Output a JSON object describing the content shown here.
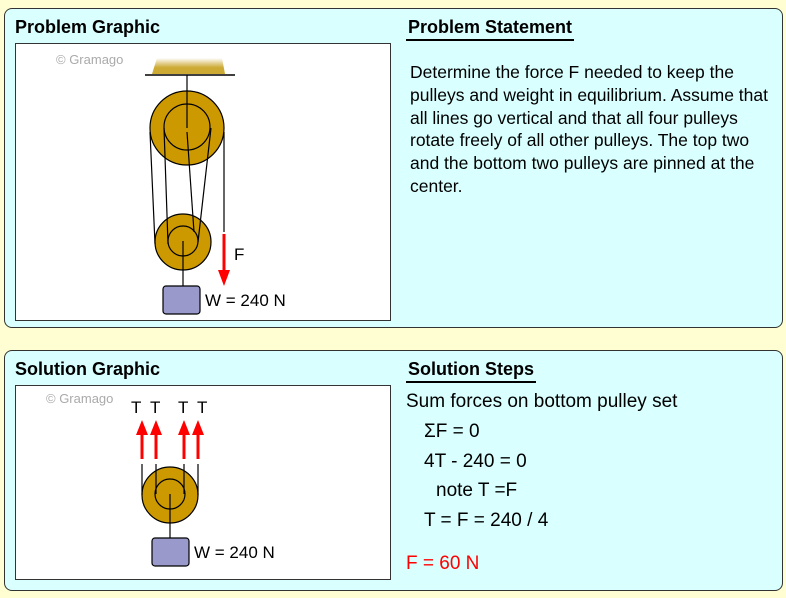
{
  "problem": {
    "graphic_title": "Problem Graphic",
    "statement_title": "Problem Statement",
    "statement": "Determine the force F needed to keep the pulleys and weight in equilibrium. Assume that all lines go vertical and that all four pulleys rotate freely of all other pulleys. The top two and the bottom two pulleys are pinned at the center.",
    "watermark": "© Gramago",
    "force_label": "F",
    "weight_label": "W = 240 N"
  },
  "solution": {
    "graphic_title": "Solution Graphic",
    "steps_title": "Solution Steps",
    "watermark": "© Gramago",
    "tension_labels": [
      "T",
      "T",
      "T",
      "T"
    ],
    "weight_label": "W = 240 N",
    "steps": [
      "Sum forces on bottom pulley set",
      "ΣF = 0",
      "4T - 240 = 0",
      "note T =F",
      "T = F = 240 / 4"
    ],
    "answer": "F = 60 N"
  },
  "colors": {
    "pulley": "#cc9900",
    "weight": "#9999cc",
    "arrow": "#ff0000",
    "panel": "#d9ffff",
    "background": "#fffed2"
  }
}
